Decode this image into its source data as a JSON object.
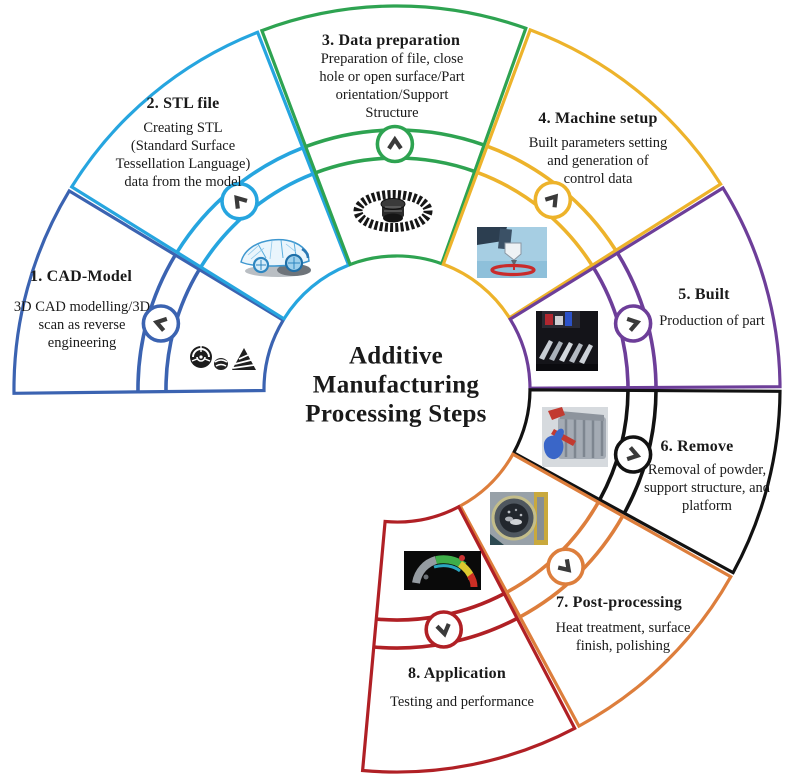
{
  "figure": {
    "center_title_lines": [
      "Additive",
      "Manufacturing",
      "Processing Steps"
    ],
    "steps": [
      {
        "id": 1,
        "title": "1. CAD-Model",
        "body_lines": [
          "3D CAD modelling/3D",
          "scan as reverse",
          "engineering"
        ],
        "color": "#3b63b1",
        "start_angle": -91,
        "end_angle": -58.5,
        "arrow_angle": -74.5,
        "arrow_icon": "chevron-outward-icon",
        "photo": "shell-3d-models-photo"
      },
      {
        "id": 2,
        "title": "2. STL file",
        "body_lines": [
          "Creating STL",
          "(Standard Surface",
          "Tessellation Language)",
          "data from the model"
        ],
        "color": "#26a5df",
        "start_angle": -58.5,
        "end_angle": -21,
        "arrow_angle": -40,
        "arrow_icon": "chevron-outward-icon",
        "photo": "wireframe-car-model-photo"
      },
      {
        "id": 3,
        "title": "3. Data preparation",
        "body_lines": [
          "Preparation of file, close",
          "hole or open surface/Part",
          "orientation/Support",
          "Structure"
        ],
        "color": "#2ea351",
        "start_angle": -21,
        "end_angle": 20,
        "arrow_angle": -0.5,
        "arrow_icon": "chevron-outward-icon",
        "photo": "gear-chain-photo"
      },
      {
        "id": 4,
        "title": "4. Machine setup",
        "body_lines": [
          "Built parameters setting",
          "and generation of",
          "control data"
        ],
        "color": "#edb32b",
        "start_angle": 20,
        "end_angle": 58,
        "arrow_angle": 39.5,
        "arrow_icon": "chevron-outward-icon",
        "photo": "printer-nozzle-photo"
      },
      {
        "id": 5,
        "title": "5. Built",
        "body_lines": [
          "Production of part"
        ],
        "color": "#6d3e99",
        "start_angle": 58,
        "end_angle": 90,
        "arrow_angle": 74.5,
        "arrow_icon": "chevron-outward-icon",
        "photo": "printed-parts-build-plate-photo"
      },
      {
        "id": 6,
        "title": "6. Remove",
        "body_lines": [
          "Removal of powder,",
          "support structure, and",
          "platform"
        ],
        "color": "#121212",
        "start_angle": 90,
        "end_angle": 119,
        "arrow_angle": 105.5,
        "arrow_icon": "chevron-outward-icon",
        "photo": "part-removal-photo"
      },
      {
        "id": 7,
        "title": "7. Post-processing",
        "body_lines": [
          "Heat treatment, surface",
          "finish, polishing"
        ],
        "color": "#dd7e3c",
        "start_angle": 119,
        "end_angle": 152,
        "arrow_angle": 136.5,
        "arrow_icon": "chevron-outward-icon",
        "photo": "polishing-chamber-photo"
      },
      {
        "id": 8,
        "title": "8. Application",
        "body_lines": [
          "Testing and performance"
        ],
        "color": "#b02025",
        "start_angle": 152,
        "end_angle": 185.5,
        "arrow_angle": 169,
        "arrow_icon": "chevron-outward-icon",
        "photo": "finished-colored-part-photo"
      }
    ],
    "chevron_color": "#3a3a3a",
    "background_color": "#ffffff"
  }
}
